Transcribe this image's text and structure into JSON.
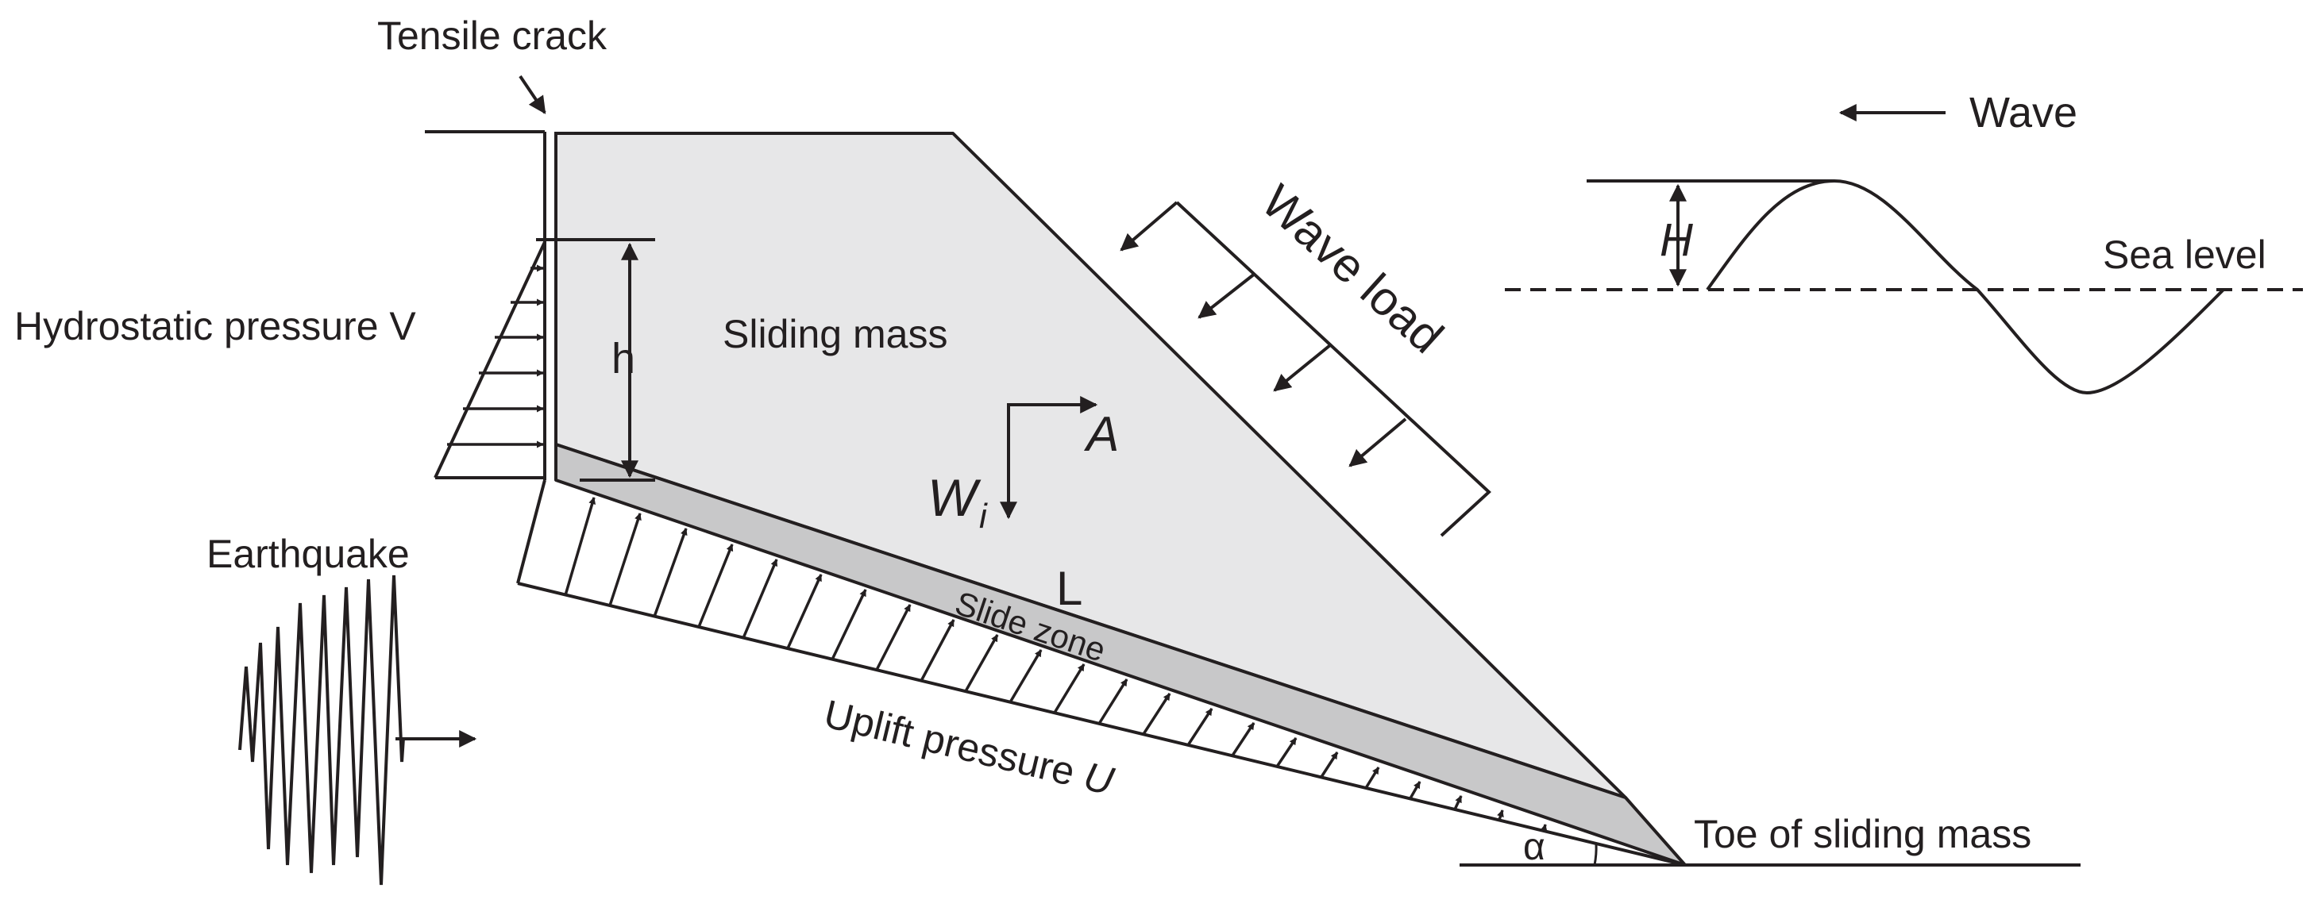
{
  "labels": {
    "tensile_crack": "Tensile crack",
    "hydrostatic_pressure": "Hydrostatic pressure V",
    "h": "h",
    "sliding_mass": "Sliding mass",
    "a": "A",
    "w": "W",
    "w_sub": "i",
    "l": "L",
    "slide_zone": "Slide zone",
    "earthquake": "Earthquake",
    "uplift_pressure": "Uplift  pressure ",
    "uplift_u": "U",
    "wave_load": "Wave load",
    "wave": "Wave",
    "h_wave": "H",
    "sea_level": "Sea level",
    "toe": "Toe of sliding mass",
    "alpha": "α"
  },
  "colors": {
    "stroke": "#231f20",
    "mass_fill": "#e7e7e8",
    "zone_fill": "#c8c8c9",
    "background": "#ffffff"
  }
}
